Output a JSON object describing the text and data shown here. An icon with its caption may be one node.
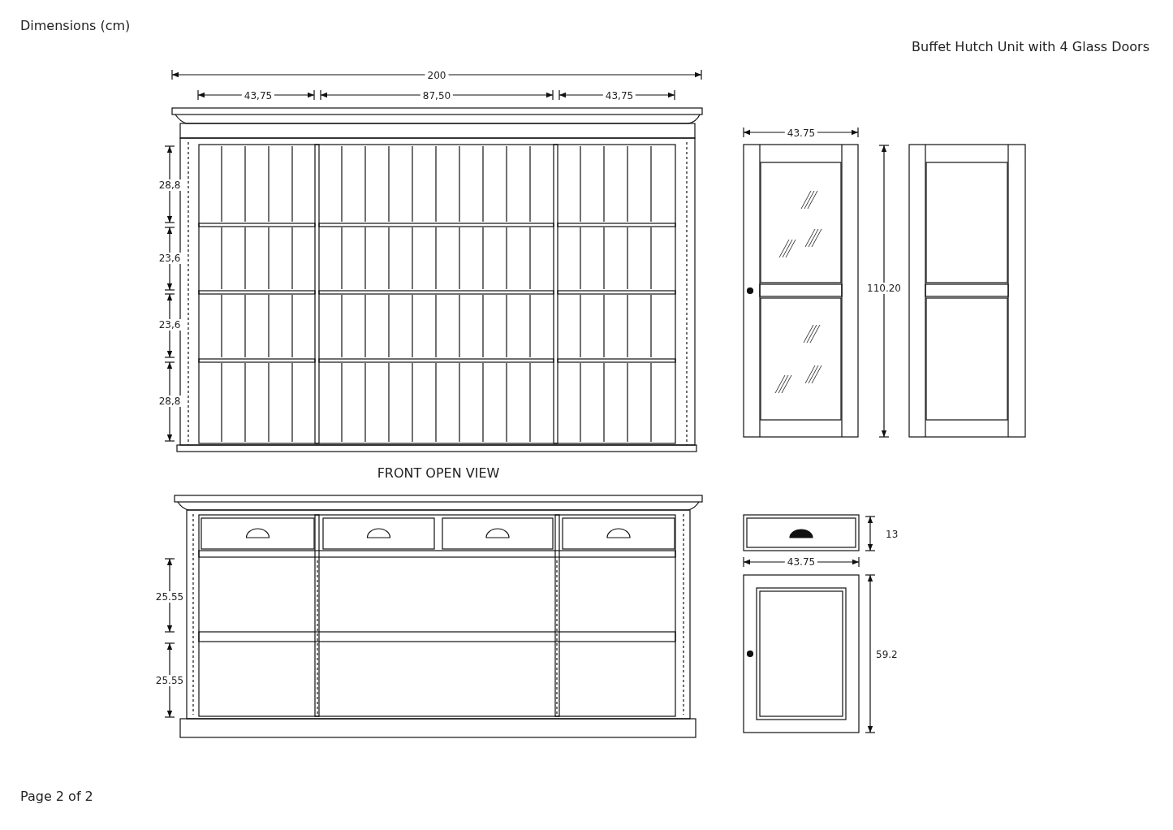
{
  "diagram": {
    "title": "Buffet Hutch Unit with 4 Glass Doors",
    "labels": [
      "Dimensions (cm)",
      "200",
      "43,75",
      "87,50",
      "43,75",
      "43.75",
      "28,8",
      "23,6",
      "23,6",
      "28,8",
      "110.20",
      "FRONT OPEN VIEW",
      "13",
      "43.75",
      "25.55",
      "25.55",
      "59.2",
      "Page 2 of 2"
    ]
  }
}
